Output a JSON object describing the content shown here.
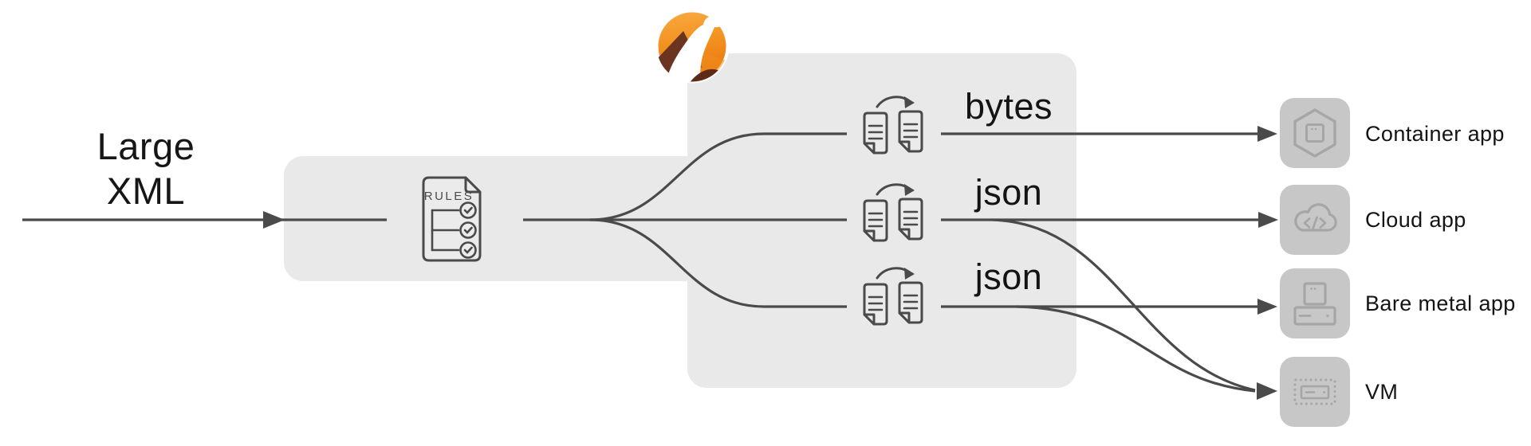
{
  "diagram": {
    "source_label": {
      "line1": "Large",
      "line2": "XML"
    },
    "rules_doc_title": "RULES",
    "camel_logo_name": "apache-camel-logo",
    "format_labels": {
      "row1": "bytes",
      "row2": "json",
      "row3": "json"
    },
    "targets": [
      {
        "label": "Container app",
        "icon": "container-hexagon-icon"
      },
      {
        "label": "Cloud app",
        "icon": "cloud-code-icon"
      },
      {
        "label": "Bare metal app",
        "icon": "bare-metal-server-icon"
      },
      {
        "label": "VM",
        "icon": "virtual-machine-icon"
      }
    ],
    "colors": {
      "background": "#ffffff",
      "panel": "#e9e9e9",
      "connector": "#4a4a4a",
      "target_tile": "#c7c7c7",
      "target_glyph": "#a6a6a6",
      "text": "#161616",
      "camel_orange_top": "#f8a943",
      "camel_orange_bottom": "#e9740f",
      "camel_brown": "#6b3421"
    }
  }
}
